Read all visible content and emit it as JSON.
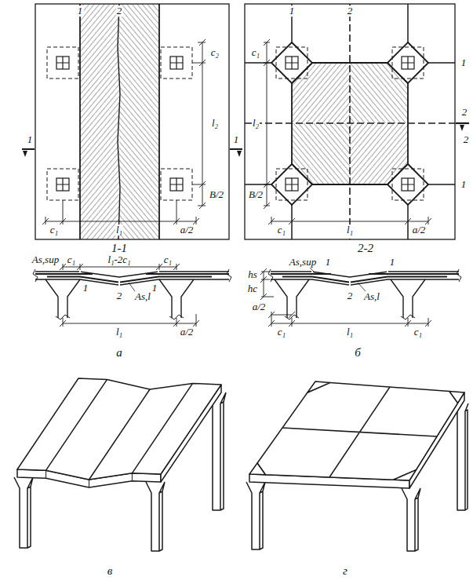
{
  "diagram": {
    "labels": [
      "1",
      "2",
      "1",
      "1",
      "c₂",
      "l₂",
      "B/2",
      "c₁",
      "l₁",
      "a/2",
      "1-1",
      "c₁",
      "l₁-2c₁",
      "c₁",
      "As,sup",
      "1",
      "1",
      "2",
      "As,l",
      "l₁",
      "a/2",
      "а",
      "1",
      "2",
      "c₁",
      "1",
      "l₂",
      "2",
      "B/2",
      "1",
      "2",
      "c₁",
      "l₁",
      "a/2",
      "2-2",
      "As,sup",
      "1",
      "hc",
      "hs",
      "a/2",
      "2",
      "As,l",
      "1",
      "c₁",
      "l₁",
      "c₁",
      "б",
      "в",
      "г"
    ]
  }
}
